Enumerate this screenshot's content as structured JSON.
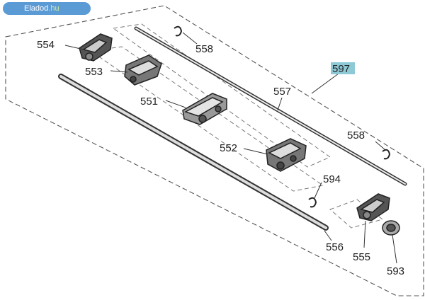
{
  "watermark": {
    "brand": "Eladod",
    "suffix": ".hu"
  },
  "highlight_color": "#8ec9d6",
  "parts": [
    {
      "id": "p554",
      "label": "554"
    },
    {
      "id": "p553",
      "label": "553"
    },
    {
      "id": "p558a",
      "label": "558"
    },
    {
      "id": "p597",
      "label": "597"
    },
    {
      "id": "p557",
      "label": "557"
    },
    {
      "id": "p551",
      "label": "551"
    },
    {
      "id": "p558b",
      "label": "558"
    },
    {
      "id": "p552",
      "label": "552"
    },
    {
      "id": "p594",
      "label": "594"
    },
    {
      "id": "p556",
      "label": "556"
    },
    {
      "id": "p555",
      "label": "555"
    },
    {
      "id": "p593",
      "label": "593"
    }
  ]
}
